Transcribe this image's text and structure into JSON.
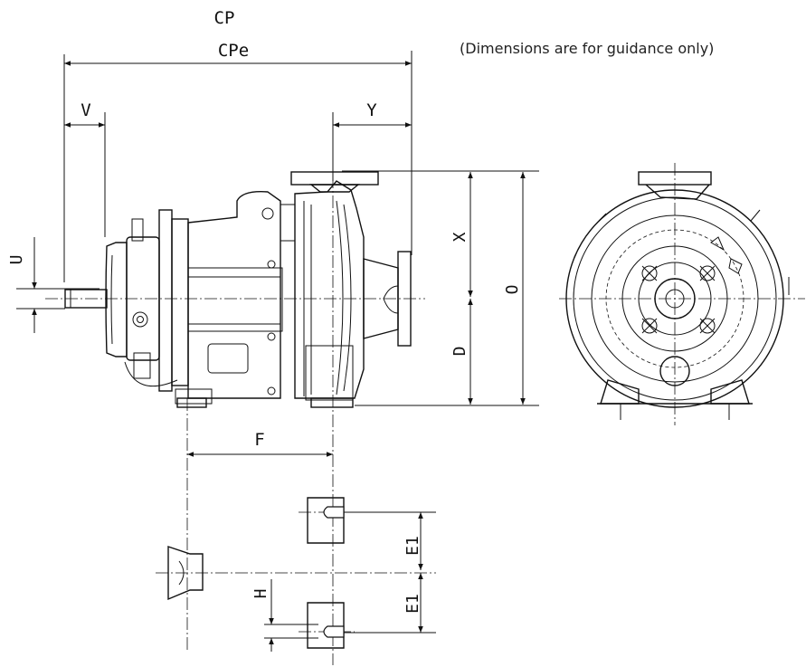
{
  "note": "(Dimensions are for guidance only)",
  "labels": {
    "cp": "CP",
    "cpe": "CPe",
    "v": "V",
    "y": "Y",
    "u": "U",
    "x": "X",
    "o": "O",
    "d": "D",
    "f": "F",
    "e1_top": "E1",
    "e1_bottom": "E1",
    "h": "H"
  }
}
